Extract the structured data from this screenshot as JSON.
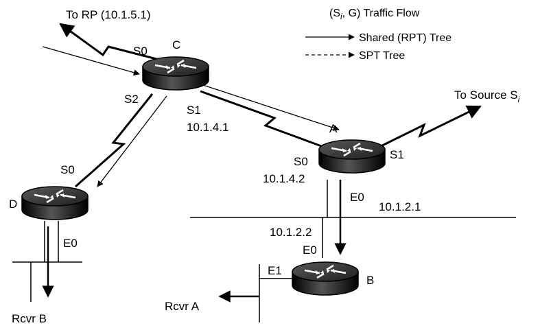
{
  "legend": {
    "title_prefix": "(S",
    "title_sub": "i",
    "title_suffix": ", G) Traffic Flow",
    "shared": "Shared (RPT) Tree",
    "spt": "SPT Tree"
  },
  "links": {
    "to_rp": "To RP (10.1.5.1)",
    "to_source": "To Source S",
    "to_source_sub": "i"
  },
  "routers": {
    "c": {
      "name": "C",
      "s0": "S0",
      "s1": "S1",
      "s1_ip": "10.1.4.1",
      "s2": "S2"
    },
    "a": {
      "name": "A",
      "s0": "S0",
      "s0_ip": "10.1.4.2",
      "s1": "S1",
      "e0": "E0",
      "e0_ip": "10.1.2.1"
    },
    "d": {
      "name": "D",
      "s0": "S0",
      "e0": "E0"
    },
    "b": {
      "name": "B",
      "e0": "E0",
      "e0_ip": "10.1.2.2",
      "e1": "E1"
    }
  },
  "receivers": {
    "rcvr_a": "Rcvr A",
    "rcvr_b": "Rcvr B"
  },
  "colors": {
    "ink": "#000000",
    "router_top": "#3a3a3a",
    "router_side": "#111111",
    "background": "#ffffff"
  }
}
